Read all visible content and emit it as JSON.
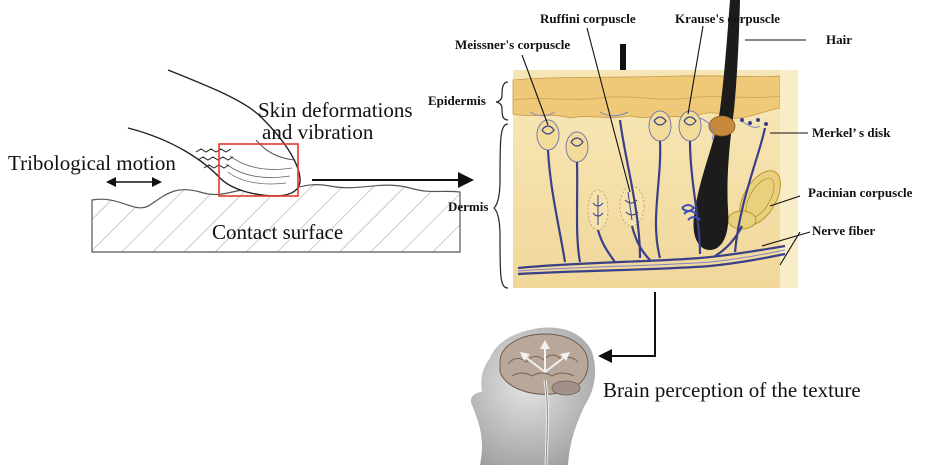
{
  "diagram": {
    "finger_labels": {
      "deformation_line1": "Skin deformations",
      "deformation_line2": "and vibration",
      "motion": "Tribological motion",
      "surface": "Contact surface"
    },
    "skin_labels": {
      "meissner": "Meissner's corpuscle",
      "ruffini": "Ruffini corpuscle",
      "krause": "Krause's corpuscle",
      "hair": "Hair",
      "epidermis": "Epidermis",
      "dermis": "Dermis",
      "merkel": "Merkel’ s disk",
      "pacinian": "Pacinian corpuscle",
      "nerve": "Nerve fiber"
    },
    "brain_label": "Brain perception of the texture",
    "colors": {
      "highlight_box": "#e03a2f",
      "skin_bg": "#f5e2a8",
      "epidermis": "#efc977",
      "nerve": "#3a3f8a",
      "hair": "#1c1c1c"
    }
  }
}
